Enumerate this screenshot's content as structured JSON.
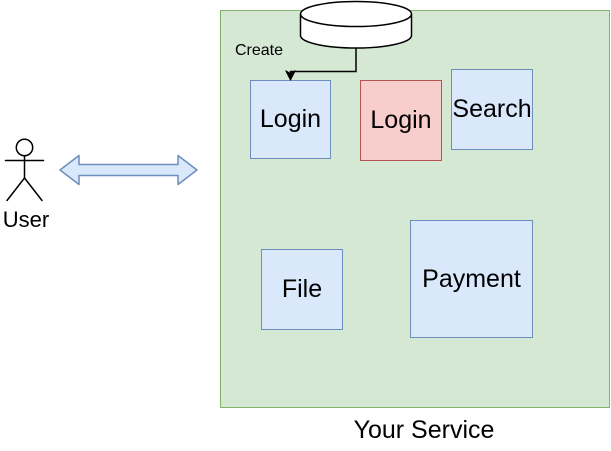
{
  "diagram": {
    "container_label": "Your Service",
    "actor_label": "User",
    "connector_label": "Create",
    "nodes": {
      "login_blue": {
        "label": "Login"
      },
      "login_red": {
        "label": "Login"
      },
      "search": {
        "label": "Search"
      },
      "file": {
        "label": "File"
      },
      "payment": {
        "label": "Payment"
      }
    }
  },
  "colors": {
    "container_fill": "#d5e8d4",
    "container_stroke": "#82b366",
    "node_blue_fill": "#dae8fc",
    "node_blue_stroke": "#6c8ebf",
    "node_red_fill": "#f8cecc",
    "node_red_stroke": "#b85450",
    "arrow_fill": "#dae8fc",
    "arrow_stroke": "#6c8ebf",
    "cylinder_fill": "#ffffff",
    "line_color": "#000000"
  }
}
